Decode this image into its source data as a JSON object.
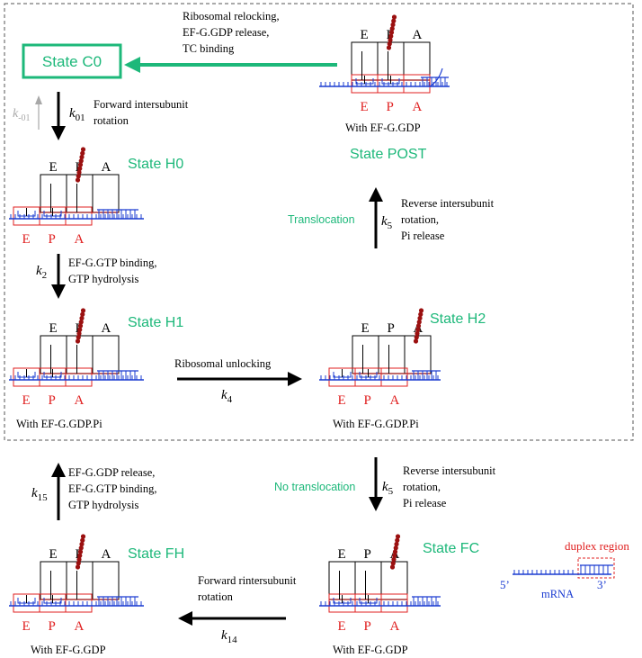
{
  "colors": {
    "green": "#1db87a",
    "red": "#e02020",
    "blue": "#1a3bd1",
    "maroon": "#9b1010",
    "gray": "#a8a8a8",
    "black": "#000000"
  },
  "states": {
    "c0": "State C0",
    "h0": "State H0",
    "h1": "State H1",
    "h2": "State H2",
    "post": "State POST",
    "fh": "State FH",
    "fc": "State FC"
  },
  "site_labels": [
    "E",
    "P",
    "A"
  ],
  "captions": {
    "h1": "With EF-G.GDP.Pi",
    "h2": "With EF-G.GDP.Pi",
    "post": "With EF-G.GDP",
    "fh": "With EF-G.GDP",
    "fc": "With EF-G.GDP"
  },
  "transitions": {
    "post_to_c0": [
      "Ribosomal relocking,",
      "EF-G.GDP release,",
      "TC binding"
    ],
    "c0_to_h0": [
      "Forward intersubunit",
      "rotation"
    ],
    "k01": {
      "base": "k",
      "sub": "01"
    },
    "km01": {
      "base": "k",
      "sub": "-01"
    },
    "h0_to_h1": [
      "EF-G.GTP binding,",
      "GTP hydrolysis"
    ],
    "k2": {
      "base": "k",
      "sub": "2"
    },
    "h1_to_h2": [
      "Ribosomal unlocking"
    ],
    "k4": {
      "base": "k",
      "sub": "4"
    },
    "h2_to_post": [
      "Reverse intersubunit",
      "rotation,",
      "Pi release"
    ],
    "k5_up": {
      "base": "k",
      "sub": "5"
    },
    "translocation": "Translocation",
    "h2_to_fc": [
      "Reverse intersubunit",
      "rotation,",
      "Pi release"
    ],
    "k5_down": {
      "base": "k",
      "sub": "5"
    },
    "no_translocation": "No translocation",
    "fc_to_fh": [
      "Forward rintersubunit",
      "rotation"
    ],
    "k14": {
      "base": "k",
      "sub": "14"
    },
    "fh_to_h1": [
      "EF-G.GDP release,",
      "EF-G.GTP binding,",
      "GTP hydrolysis"
    ],
    "k15": {
      "base": "k",
      "sub": "15"
    }
  },
  "legend": {
    "duplex": "duplex region",
    "five": "5’",
    "three": "3’",
    "mrna": "mRNA"
  }
}
